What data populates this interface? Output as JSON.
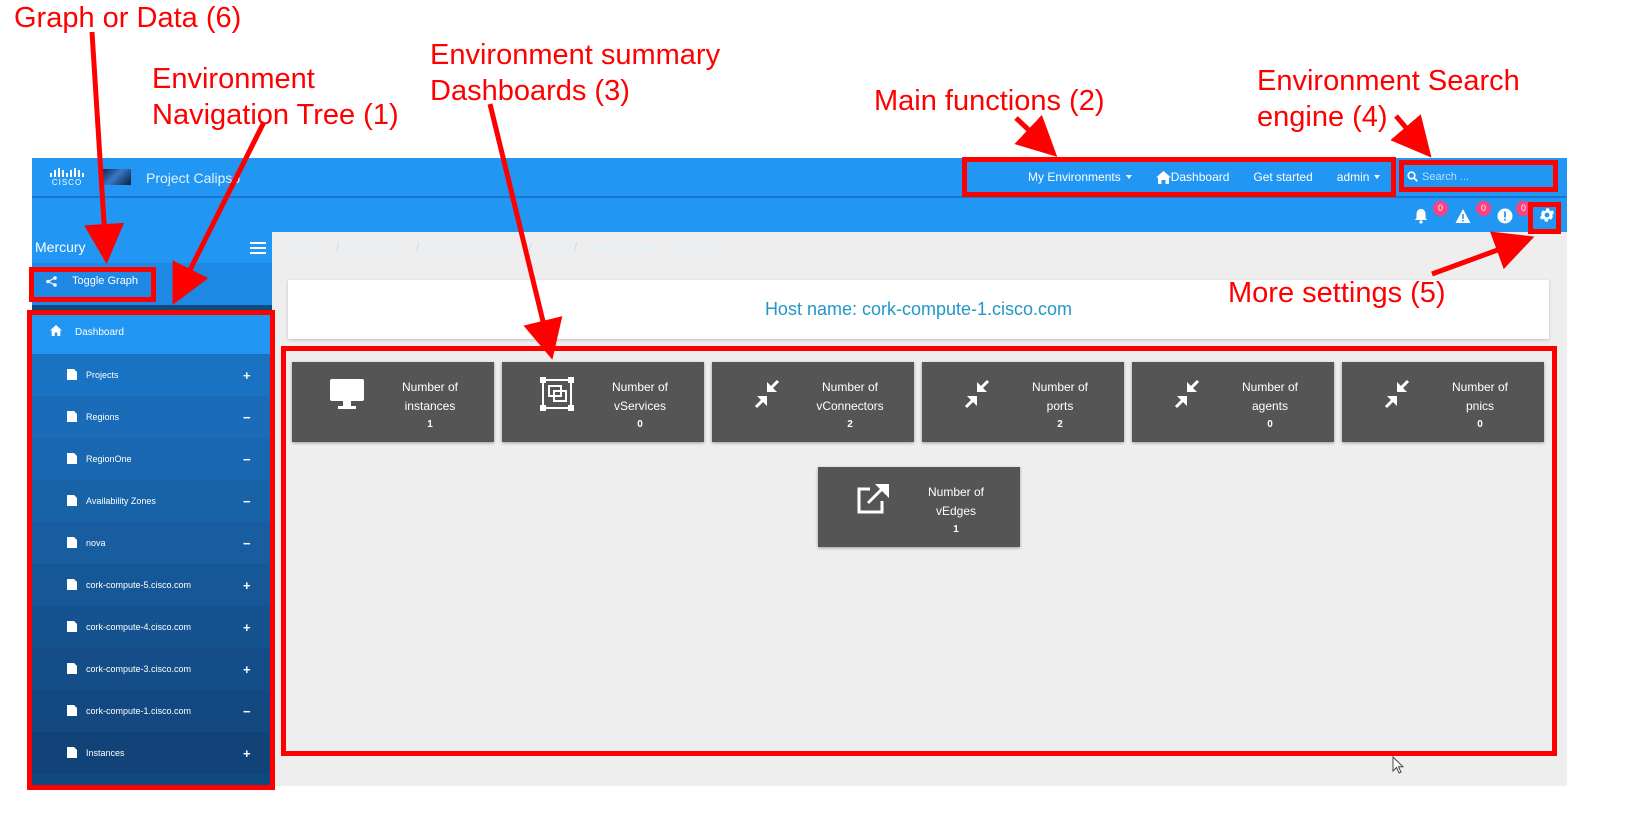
{
  "app": {
    "brand_word": "CISCO",
    "title": "Project Calipso",
    "nav": [
      "My Environments",
      "Dashboard",
      "Get started",
      "admin"
    ],
    "search_placeholder": "Search ...",
    "badges": {
      "notifications": "0",
      "warnings": "0",
      "errors": "0"
    },
    "colors": {
      "primary": "#2196f3",
      "sidebar": "#0d4a80",
      "tile": "#555555",
      "annotation": "#ff0000"
    }
  },
  "sidebar": {
    "title": "Mercury",
    "toggle_graph": "Toggle Graph",
    "dashboard_label": "Dashboard",
    "items": [
      {
        "label": "Projects",
        "sign": "+"
      },
      {
        "label": "Regions",
        "sign": "−"
      },
      {
        "label": "RegionOne",
        "sign": "−"
      },
      {
        "label": "Availability Zones",
        "sign": "−"
      },
      {
        "label": "nova",
        "sign": "−"
      },
      {
        "label": "cork-compute-5.cisco.com",
        "sign": "+"
      },
      {
        "label": "cork-compute-4.cisco.com",
        "sign": "+"
      },
      {
        "label": "cork-compute-3.cisco.com",
        "sign": "+"
      },
      {
        "label": "cork-compute-1.cisco.com",
        "sign": "−"
      },
      {
        "label": "Instances",
        "sign": "+"
      }
    ]
  },
  "breadcrumb": [
    "Regions",
    "RegionOne",
    "Availability Zones",
    "nova",
    "cork-compute-1.cisco.com"
  ],
  "host": {
    "text": "Host name: cork-compute-1.cisco.com"
  },
  "tiles": [
    {
      "line1": "Number of",
      "line2": "instances",
      "value": "1",
      "icon": "monitor-icon"
    },
    {
      "line1": "Number of",
      "line2": "vServices",
      "value": "0",
      "icon": "vservices-icon"
    },
    {
      "line1": "Number of",
      "line2": "vConnectors",
      "value": "2",
      "icon": "compress-icon"
    },
    {
      "line1": "Number of",
      "line2": "ports",
      "value": "2",
      "icon": "compress-icon"
    },
    {
      "line1": "Number of",
      "line2": "agents",
      "value": "0",
      "icon": "compress-icon"
    },
    {
      "line1": "Number of",
      "line2": "pnics",
      "value": "0",
      "icon": "compress-icon"
    },
    {
      "line1": "Number of",
      "line2": "vEdges",
      "value": "1",
      "icon": "external-link-icon"
    }
  ],
  "annotations": {
    "graph_or_data": "Graph or Data (6)",
    "nav_tree_1": "Environment",
    "nav_tree_2": "Navigation Tree (1)",
    "summary_1": "Environment summary",
    "summary_2": "Dashboards (3)",
    "main_functions": "Main functions (2)",
    "search_1": "Environment Search",
    "search_2": "engine (4)",
    "more_settings": "More settings (5)"
  }
}
